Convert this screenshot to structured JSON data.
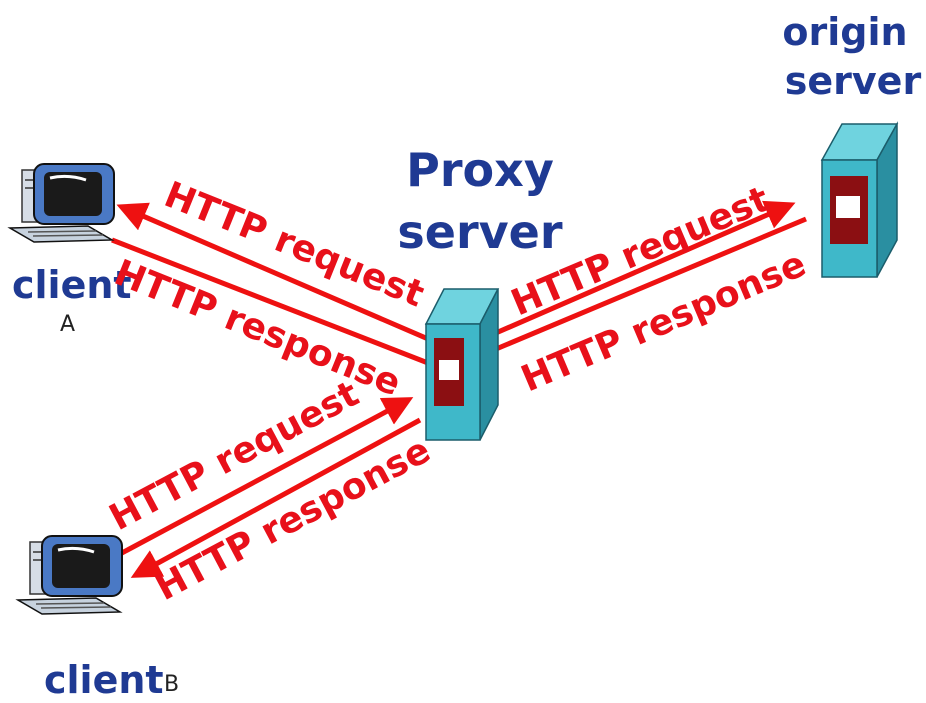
{
  "nodes": {
    "origin_server": {
      "line1": "origin",
      "line2": "server"
    },
    "proxy_server": {
      "line1": "Proxy",
      "line2": "server"
    },
    "client_a": {
      "name": "client",
      "tag": "A"
    },
    "client_b": {
      "name": "client",
      "tag": "B"
    }
  },
  "edges": {
    "a_request": "HTTP request",
    "a_response": "HTTP response",
    "origin_request": "HTTP request",
    "origin_response": "HTTP response",
    "b_request": "HTTP request",
    "b_response": "HTTP response"
  },
  "colors": {
    "arrow": "#ee1111",
    "label_blue": "#1f3a93",
    "server_face": "#3fb8c9",
    "server_side": "#2a8fa1",
    "server_slot": "#8b0f12"
  },
  "icons": {
    "client_a": "desktop-computer-icon",
    "client_b": "desktop-computer-icon",
    "proxy": "server-tower-icon",
    "origin": "server-tower-icon"
  }
}
